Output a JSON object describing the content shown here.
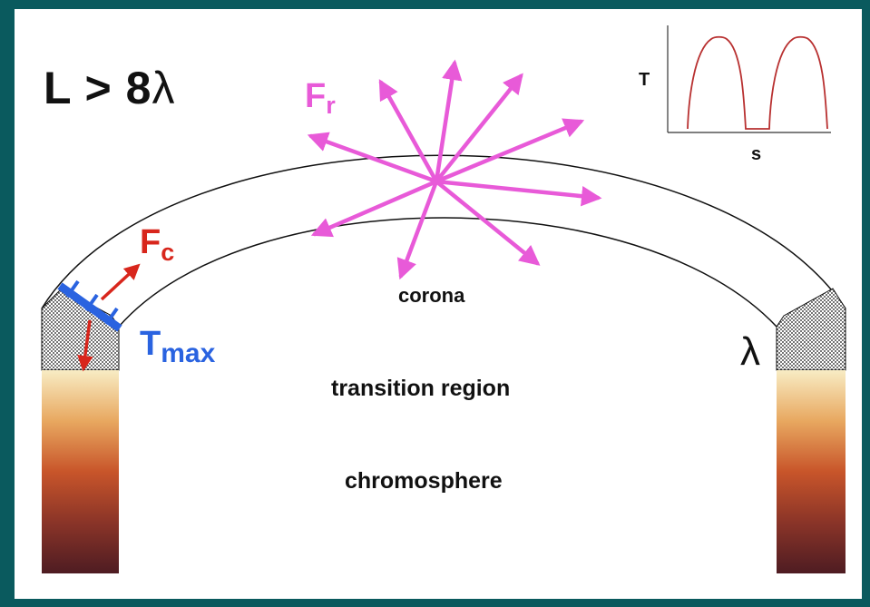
{
  "headline": {
    "L": "L",
    "gt": ">",
    "eight": "8",
    "lambda": "λ"
  },
  "fluxes": {
    "radiative": {
      "base": "F",
      "sub": "r"
    },
    "conductive": {
      "base": "F",
      "sub": "c"
    },
    "tmax": {
      "base": "T",
      "sub": "max"
    }
  },
  "regions": {
    "corona": "corona",
    "transition": "transition region",
    "chromosphere": "chromosphere"
  },
  "scale_height": {
    "symbol": "λ"
  },
  "inset": {
    "ylabel": "T",
    "xlabel": "s"
  },
  "colors": {
    "radiative_flux": "#e85ad8",
    "conductive_flux": "#d8261c",
    "tmax_marker": "#2a63e0",
    "inset_curve": "#b83030",
    "frame": "#0a5a5e",
    "chromosphere_top": "#f8ecc4",
    "chromosphere_mid": "#c8552a",
    "chromosphere_bottom": "#5a1e22"
  }
}
